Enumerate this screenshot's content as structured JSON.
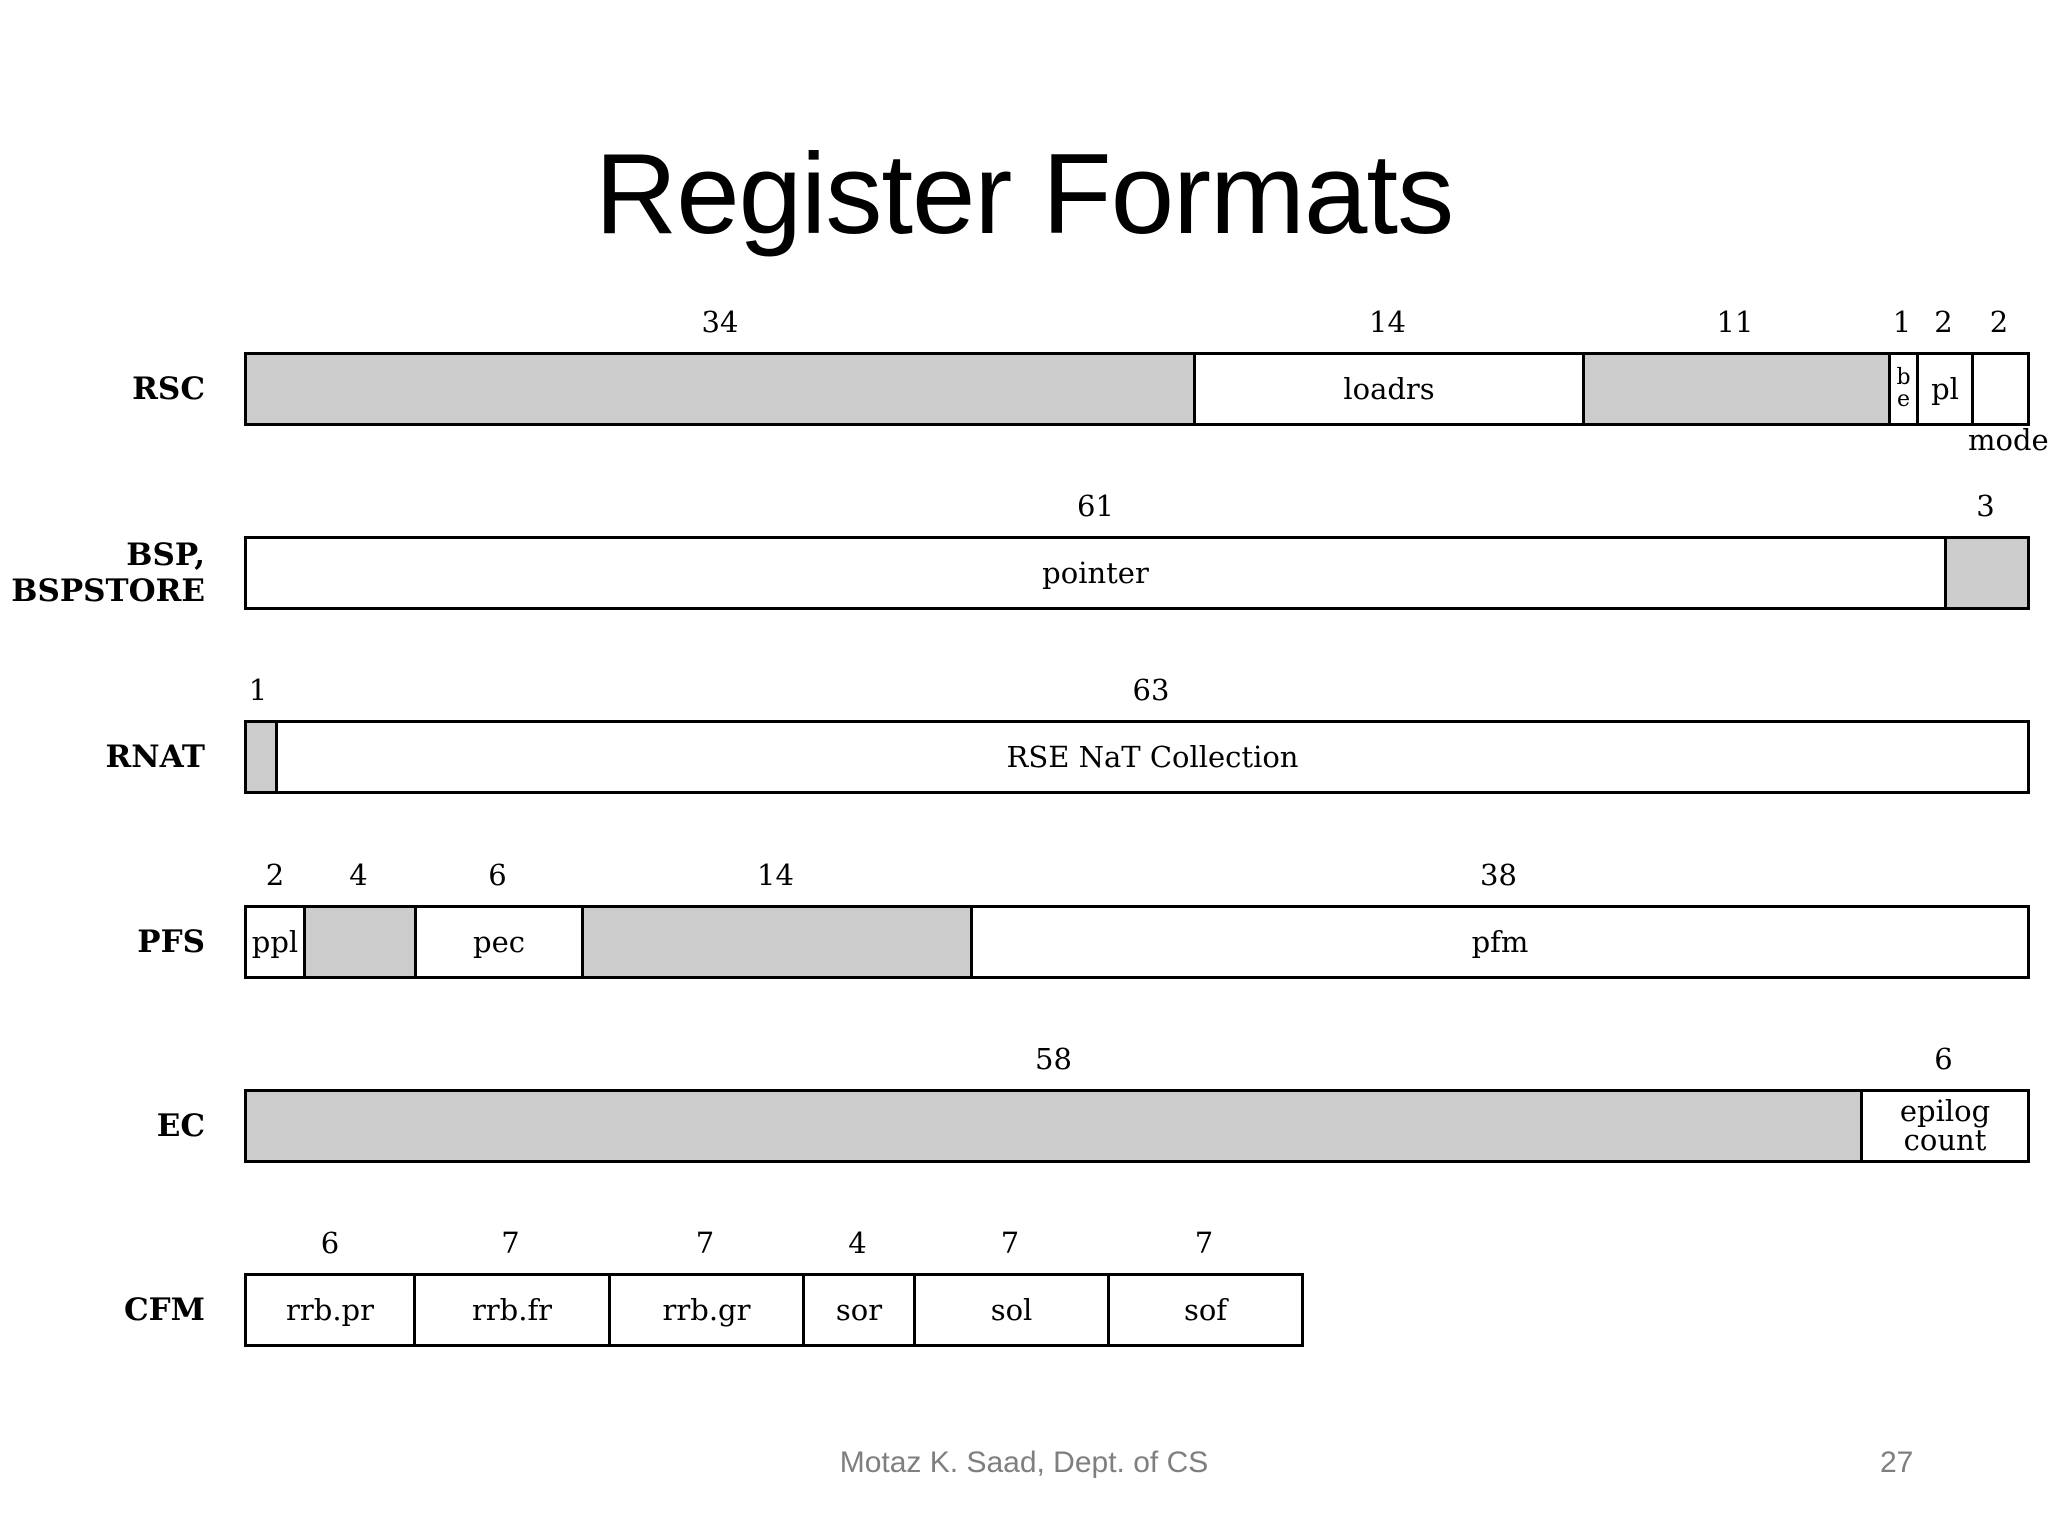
{
  "title": "Register Formats",
  "registers": [
    {
      "id": "rsc",
      "label": "RSC",
      "total_bits": 64,
      "fields": [
        {
          "bits": "34",
          "name": "",
          "shaded": true
        },
        {
          "bits": "14",
          "name": "loadrs",
          "shaded": false
        },
        {
          "bits": "11",
          "name": "",
          "shaded": true
        },
        {
          "bits": "1",
          "name": "be",
          "shaded": false
        },
        {
          "bits": "2",
          "name": "pl",
          "shaded": false
        },
        {
          "bits": "2",
          "name": "",
          "shaded": false
        }
      ],
      "outer_note": "mode"
    },
    {
      "id": "bsp",
      "label": "BSP,\nBSPSTORE",
      "total_bits": 64,
      "fields": [
        {
          "bits": "61",
          "name": "pointer",
          "shaded": false
        },
        {
          "bits": "3",
          "name": "",
          "shaded": true
        }
      ]
    },
    {
      "id": "rnat",
      "label": "RNAT",
      "total_bits": 64,
      "fields": [
        {
          "bits": "1",
          "name": "",
          "shaded": true
        },
        {
          "bits": "63",
          "name": "RSE NaT Collection",
          "shaded": false
        }
      ]
    },
    {
      "id": "pfs",
      "label": "PFS",
      "total_bits": 64,
      "fields": [
        {
          "bits": "2",
          "name": "ppl",
          "shaded": false
        },
        {
          "bits": "4",
          "name": "",
          "shaded": true
        },
        {
          "bits": "6",
          "name": "pec",
          "shaded": false
        },
        {
          "bits": "14",
          "name": "",
          "shaded": true
        },
        {
          "bits": "38",
          "name": "pfm",
          "shaded": false
        }
      ]
    },
    {
      "id": "ec",
      "label": "EC",
      "total_bits": 64,
      "fields": [
        {
          "bits": "58",
          "name": "",
          "shaded": true
        },
        {
          "bits": "6",
          "name": "epilog\ncount",
          "shaded": false
        }
      ]
    },
    {
      "id": "cfm",
      "label": "CFM",
      "total_bits": 38,
      "fields": [
        {
          "bits": "6",
          "name": "rrb.pr",
          "shaded": false
        },
        {
          "bits": "7",
          "name": "rrb.fr",
          "shaded": false
        },
        {
          "bits": "7",
          "name": "rrb.gr",
          "shaded": false
        },
        {
          "bits": "4",
          "name": "sor",
          "shaded": false
        },
        {
          "bits": "7",
          "name": "sol",
          "shaded": false
        },
        {
          "bits": "7",
          "name": "sof",
          "shaded": false
        }
      ]
    }
  ],
  "colors": {
    "shaded": "#cccccc",
    "footer": "#7f7f7f"
  },
  "footer": {
    "author": "Motaz K. Saad, Dept. of CS",
    "page": "27"
  }
}
